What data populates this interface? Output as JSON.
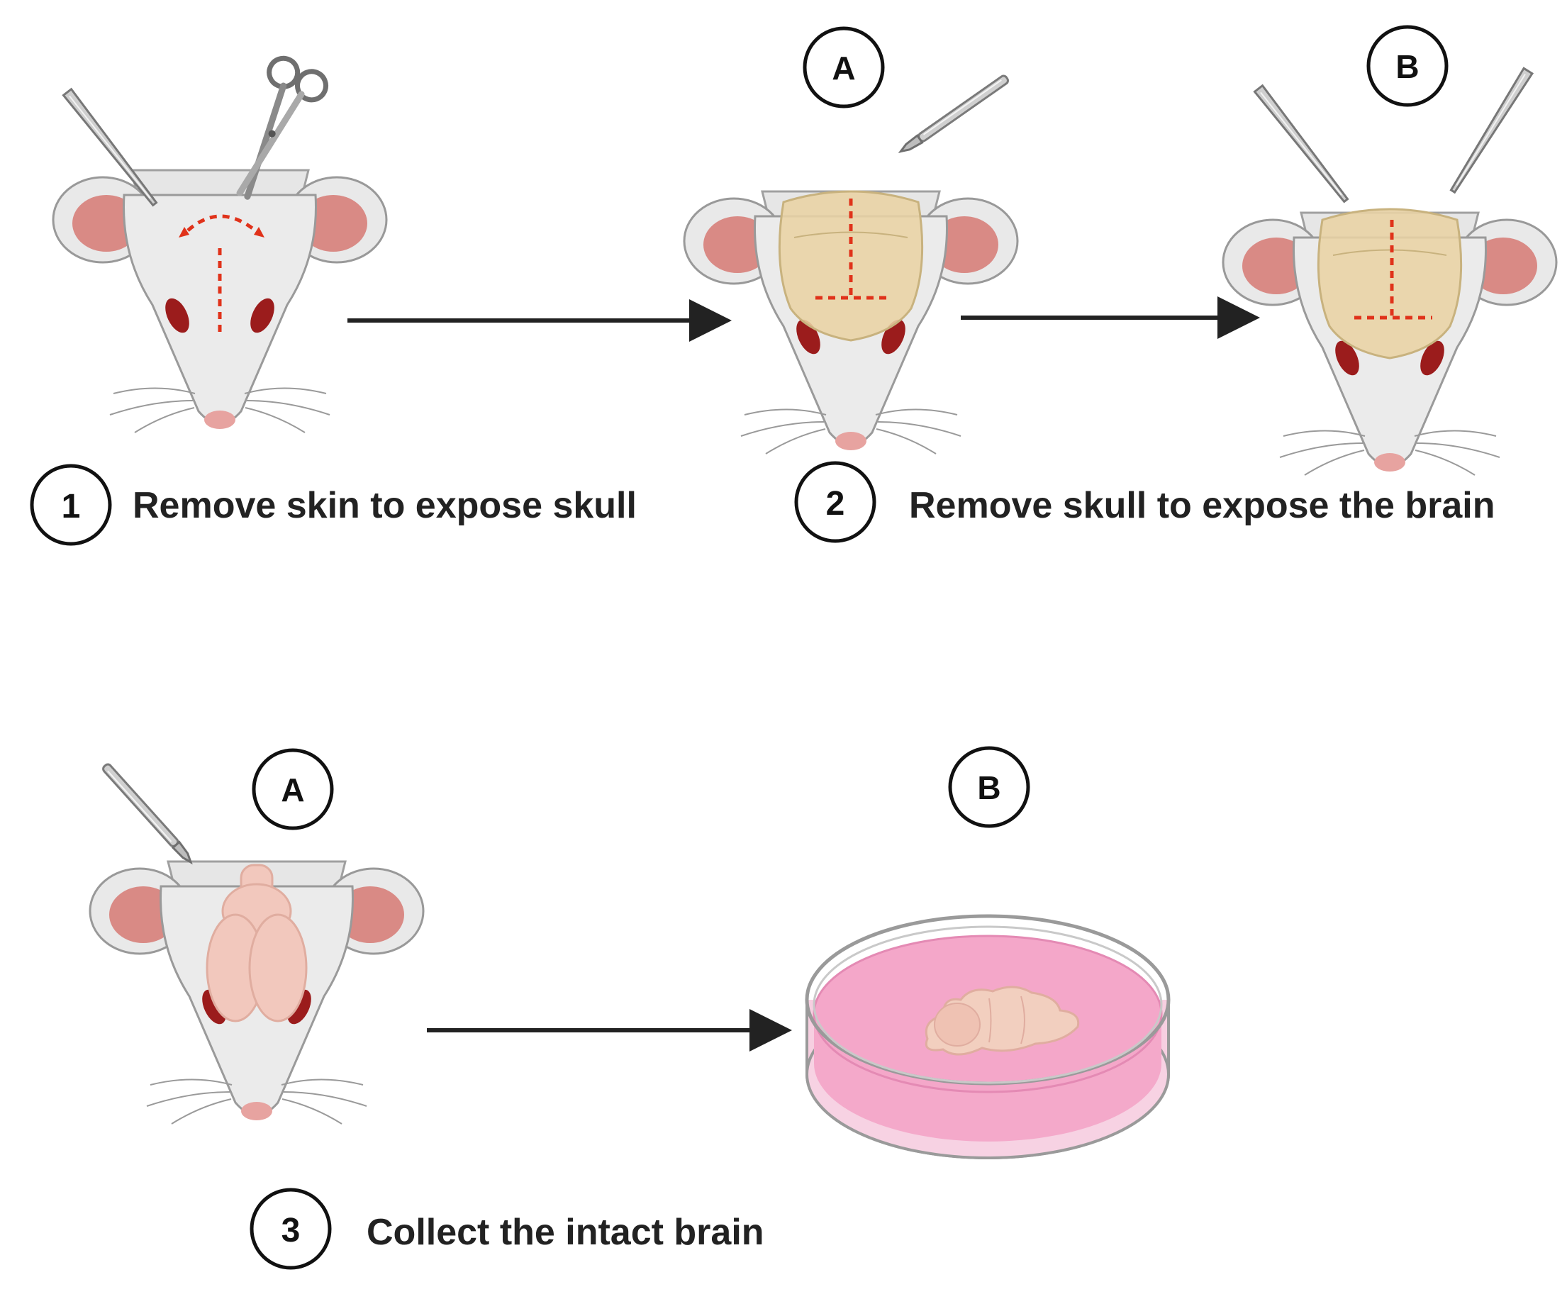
{
  "steps": [
    {
      "number": "1",
      "label": "Remove skin to expose skull"
    },
    {
      "number": "2",
      "label": "Remove skull to expose the brain"
    },
    {
      "number": "3",
      "label": "Collect the intact brain"
    }
  ],
  "sub_labels": {
    "step2_a": "A",
    "step2_b": "B",
    "step3_a": "A",
    "step3_b": "B"
  },
  "colors": {
    "fur": "#ebebeb",
    "fur_outline": "#9a9a9a",
    "ear_inner": "#d98a85",
    "eye": "#9b1c1c",
    "nose": "#e7a3a0",
    "skull": "#e9d3a4",
    "incision": "#e0321a",
    "brain": "#f2c8bd",
    "dish_medium": "#f4a7c9",
    "arrow": "#222222"
  }
}
